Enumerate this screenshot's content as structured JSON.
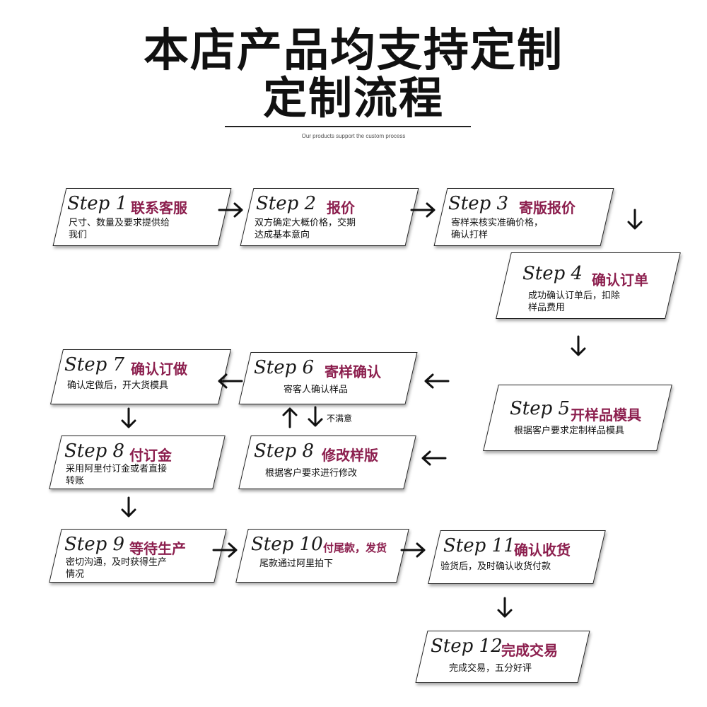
{
  "header": {
    "title_line1": "本店产品均支持定制",
    "title_line2": "定制流程",
    "subtitle": "Our products support the custom process"
  },
  "steps": [
    {
      "step": "Step 1",
      "label": "联系客服",
      "desc": "尺寸、数量及要求提供给\n我们"
    },
    {
      "step": "Step 2",
      "label": "报价",
      "desc": "双方确定大概价格，交期\n达成基本意向"
    },
    {
      "step": "Step 3",
      "label": "寄版报价",
      "desc": "寄样来核实准确价格，\n确认打样"
    },
    {
      "step": "Step 4",
      "label": "确认订单",
      "desc": "成功确认订单后，扣除\n样品费用"
    },
    {
      "step": "Step 5",
      "label": "开样品模具",
      "desc": "根据客户要求定制样品模具"
    },
    {
      "step": "Step 6",
      "label": "寄样确认",
      "desc": "寄客人确认样品"
    },
    {
      "step": "Step 7",
      "label": "确认订做",
      "desc": "确认定做后，开大货模具"
    },
    {
      "step": "Step 8",
      "label": "修改样版",
      "desc": "根据客户要求进行修改"
    },
    {
      "step": "Step 8",
      "label": "付订金",
      "desc": "采用阿里付订金或者直接\n转账"
    },
    {
      "step": "Step 9",
      "label": "等待生产",
      "desc": "密切沟通，及时获得生产\n情况"
    },
    {
      "step": "Step 10",
      "label": "付尾款，发货",
      "desc": "尾款通过阿里拍下"
    },
    {
      "step": "Step 11",
      "label": "确认收货",
      "desc": "验货后，及时确认收货付款"
    },
    {
      "step": "Step 12",
      "label": "完成交易",
      "desc": "完成交易，五分好评"
    }
  ],
  "note_unsatisfied": "不满意",
  "colors": {
    "accent": "#8c1f4e",
    "ink": "#111111"
  }
}
